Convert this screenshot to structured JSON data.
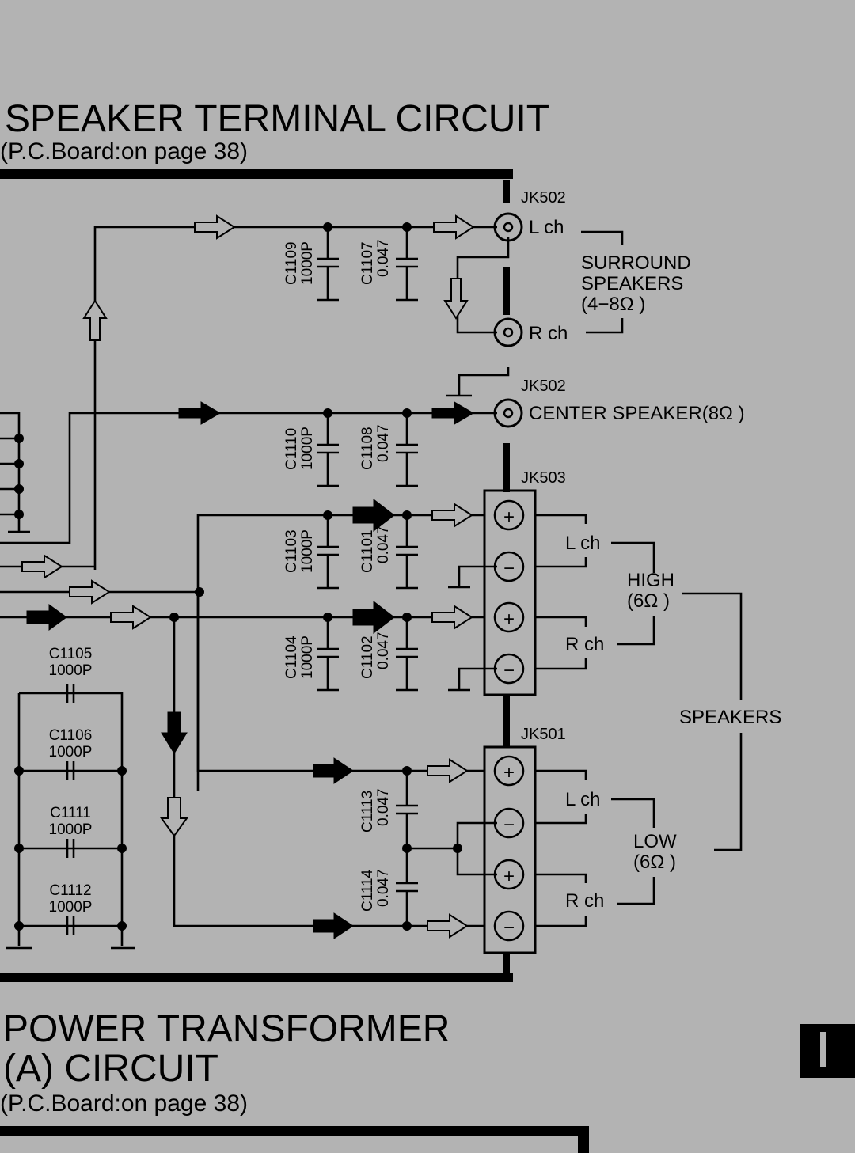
{
  "speaker_circuit": {
    "title": "SPEAKER TERMINAL CIRCUIT",
    "subtitle": "(P.C.Board:on page 38)"
  },
  "power_circuit": {
    "title_line1": "POWER TRANSFORMER",
    "title_line2": "(A) CIRCUIT",
    "subtitle": "(P.C.Board:on page 38)"
  },
  "jacks": {
    "jk502_top": "JK502",
    "jk502_center": "JK502",
    "jk503": "JK503",
    "jk501": "JK501"
  },
  "channel_labels": {
    "surround_l": "L ch",
    "surround_r": "R ch",
    "high_l": "L ch",
    "high_r": "R ch",
    "low_l": "L ch",
    "low_r": "R ch"
  },
  "speaker_groups": {
    "surround_line1": "SURROUND",
    "surround_line2": "SPEAKERS",
    "surround_line3": "(4−8Ω )",
    "center": "CENTER  SPEAKER(8Ω )",
    "high_line1": "HIGH",
    "high_line2": "(6Ω )",
    "low_line1": "LOW",
    "low_line2": "(6Ω )",
    "speakers": "SPEAKERS"
  },
  "capacitors": {
    "c1109": {
      "ref": "C1109",
      "value": "1000P"
    },
    "c1107": {
      "ref": "C1107",
      "value": "0.047"
    },
    "c1110": {
      "ref": "C1110",
      "value": "1000P"
    },
    "c1108": {
      "ref": "C1108",
      "value": "0.047"
    },
    "c1103": {
      "ref": "C1103",
      "value": "1000P"
    },
    "c1101": {
      "ref": "C1101",
      "value": "0.047"
    },
    "c1104": {
      "ref": "C1104",
      "value": "1000P"
    },
    "c1102": {
      "ref": "C1102",
      "value": "0.047"
    },
    "c1113": {
      "ref": "C1113",
      "value": "0.047"
    },
    "c1114": {
      "ref": "C1114",
      "value": "0.047"
    },
    "c1105": {
      "ref": "C1105",
      "value": "1000P"
    },
    "c1106": {
      "ref": "C1106",
      "value": "1000P"
    },
    "c1111": {
      "ref": "C1111",
      "value": "1000P"
    },
    "c1112": {
      "ref": "C1112",
      "value": "1000P"
    }
  },
  "terminal_symbols": {
    "plus": "+",
    "minus": "−"
  }
}
